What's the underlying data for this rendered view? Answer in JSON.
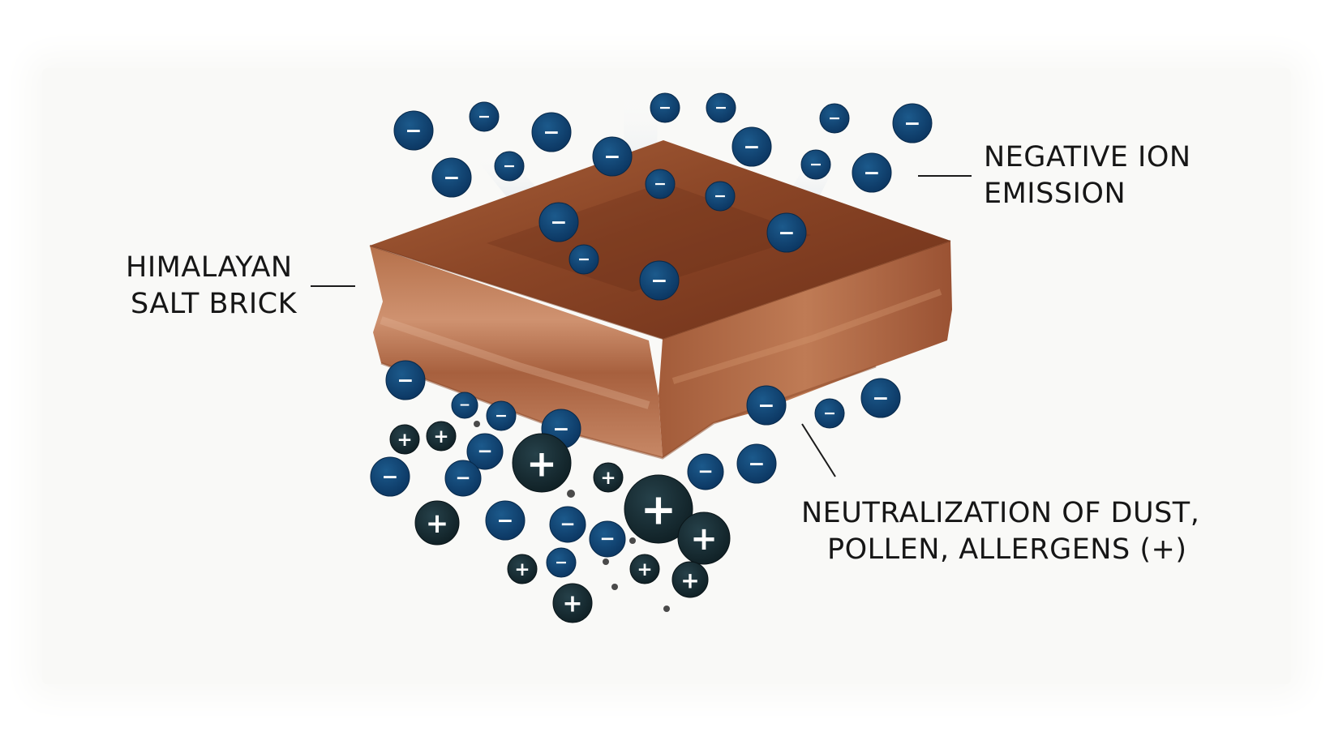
{
  "labels": {
    "brick": {
      "line1": "HIMALAYAN",
      "line2": "SALT BRICK"
    },
    "ion": {
      "line1": "NEGATIVE ION",
      "line2": "EMISSION"
    },
    "neutral": {
      "line1": "NEUTRALIZATION OF DUST,",
      "line2": "POLLEN, ALLERGENS (+)"
    }
  },
  "symbols": {
    "negative": "−",
    "positive": "+"
  },
  "colors": {
    "negative_ion": "#0d3e68",
    "positive_particle": "#152a30",
    "brick_top": "#8a4526",
    "brick_side": "#b9704a",
    "label_text": "#161616"
  },
  "icons": {
    "negative": "minus-icon",
    "positive": "plus-icon"
  }
}
